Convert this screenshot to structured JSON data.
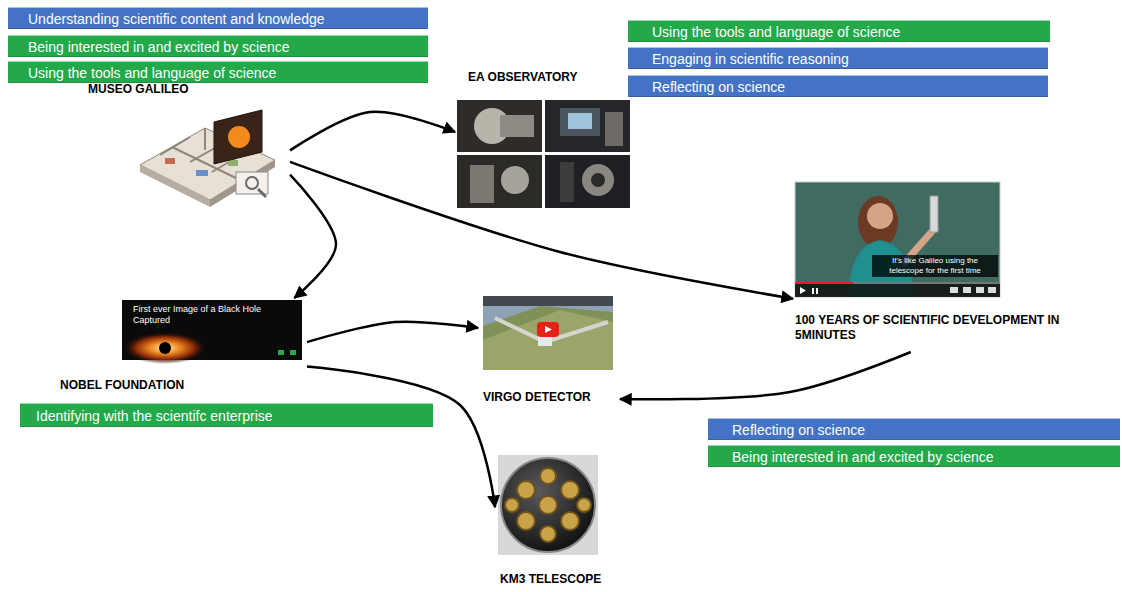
{
  "diagram": {
    "nodes": [
      {
        "text": [
          "Understanding scientific content and knowledge"
        ]
      },
      {
        "text": [
          "Being interested in and excited by science"
        ]
      },
      {
        "text": [
          "Using the tools and language of science"
        ]
      },
      {
        "text": [
          "Using the tools and language of science"
        ]
      },
      {
        "text": [
          "Engaging in scientific reasoning"
        ]
      },
      {
        "text": [
          "Reflecting on science"
        ]
      },
      {
        "text": [
          "MUSEO GALILEO"
        ]
      },
      {
        "text": [
          "EA OBSERVATORY"
        ]
      },
      {
        "text": [
          "100 YEARS OF SCIENTIFIC DEVELOPMENT IN 5MINUTES"
        ]
      },
      {
        "text": [
          "NOBEL FOUNDATION"
        ]
      },
      {
        "text": [
          "VIRGO DETECTOR"
        ]
      },
      {
        "text": [
          "Identifying with the scientifc enterprise"
        ]
      },
      {
        "text": [
          "Reflecting on science"
        ]
      },
      {
        "text": [
          "Being interested in and excited by science"
        ]
      },
      {
        "text": [
          "KM3 TELESCOPE"
        ]
      }
    ],
    "edges": [
      {
        "from": 6,
        "to": 7,
        "arrow": "to"
      },
      {
        "from": 6,
        "to": 8,
        "arrow": "to"
      },
      {
        "from": 6,
        "to": 9,
        "arrow": "to"
      },
      {
        "from": 9,
        "to": 10,
        "arrow": "to"
      },
      {
        "from": 9,
        "to": 14,
        "arrow": "to"
      },
      {
        "from": 8,
        "to": 10,
        "arrow": "to"
      }
    ],
    "labels": [
      "First ever Image of a Black Hole Captured",
      "It's like Galileo using the telescope for the first time"
    ]
  }
}
